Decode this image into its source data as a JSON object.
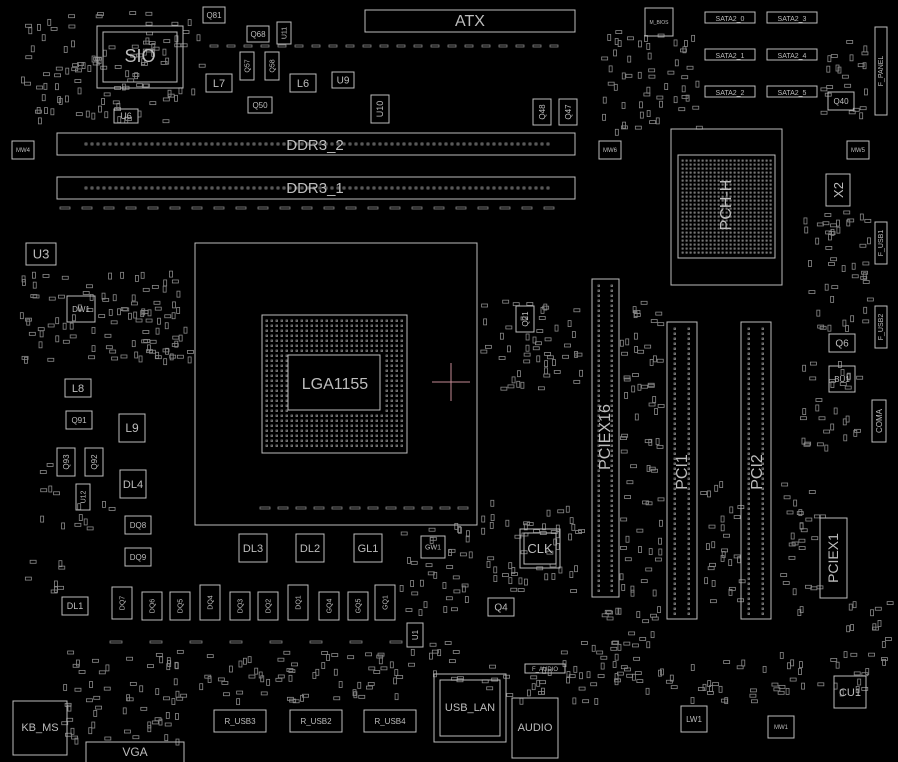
{
  "title": "ATX",
  "components": {
    "sio": "SIO",
    "atx": "ATX",
    "ddr_1": "DDR3_1",
    "ddr_2": "DDR3_2",
    "socket": "LGA1155",
    "pch": "PCH-H",
    "pciex16": "PCIEX16",
    "pci1": "PCI1",
    "pci2": "PCI2",
    "pciex1": "PCIEX1",
    "clk": "CLK",
    "x2": "X2",
    "audio": "AUDIO",
    "usb_lan": "USB_LAN",
    "vga": "VGA",
    "kb_ms": "KB_MS",
    "f_panel": "F_PANEL",
    "f_usb1": "F_USB1",
    "f_usb2": "F_USB2",
    "coma": "COMA",
    "f_audio": "F_AUDIO",
    "r_usb1": "R_USB3",
    "r_usb2": "R_USB2",
    "r_usb3": "R_USB4",
    "bios": "M_BIOS"
  },
  "refdes": {
    "q81": "Q81",
    "q68": "Q68",
    "u11": "U11",
    "q57": "Q57",
    "q58": "Q58",
    "l7": "L7",
    "l6": "L6",
    "u9": "U9",
    "u6": "U6",
    "q50": "Q50",
    "u10": "U10",
    "q48": "Q48",
    "q47": "Q47",
    "q40": "Q40",
    "u3": "U3",
    "dw1": "DW1",
    "l8": "L8",
    "q91": "Q91",
    "l9": "L9",
    "q93": "Q93",
    "q92": "Q92",
    "u12": "U12",
    "dl4": "DL4",
    "dq8": "DQ8",
    "dq9": "DQ9",
    "dl1": "DL1",
    "dl3": "DL3",
    "dl2": "DL2",
    "gl1": "GL1",
    "gw1": "GW1",
    "q21": "Q21",
    "q6": "Q6",
    "bu1": "BU1",
    "q4": "Q4",
    "u1": "U1",
    "lw1": "LW1",
    "cu1": "CU1",
    "dq7": "DQ7",
    "dq6": "DQ6",
    "dq5": "DQ5",
    "dq4": "DQ4",
    "dq3": "DQ3",
    "dq2": "DQ2",
    "dq1": "DQ1",
    "gq4": "GQ4",
    "gq5": "GQ5",
    "gq1": "GQ1",
    "sata0": "SATA2_0",
    "sata1": "SATA2_1",
    "sata2": "SATA2_2",
    "sata3": "SATA2_3",
    "sata4": "SATA2_4",
    "sata5": "SATA2_5",
    "mw4": "MW4",
    "mw6": "MW6",
    "mw5": "MW5",
    "mw1": "MW1"
  },
  "colors": {
    "background": "#000000",
    "outline": "#bdbdbd",
    "marker": "#c48a95"
  }
}
